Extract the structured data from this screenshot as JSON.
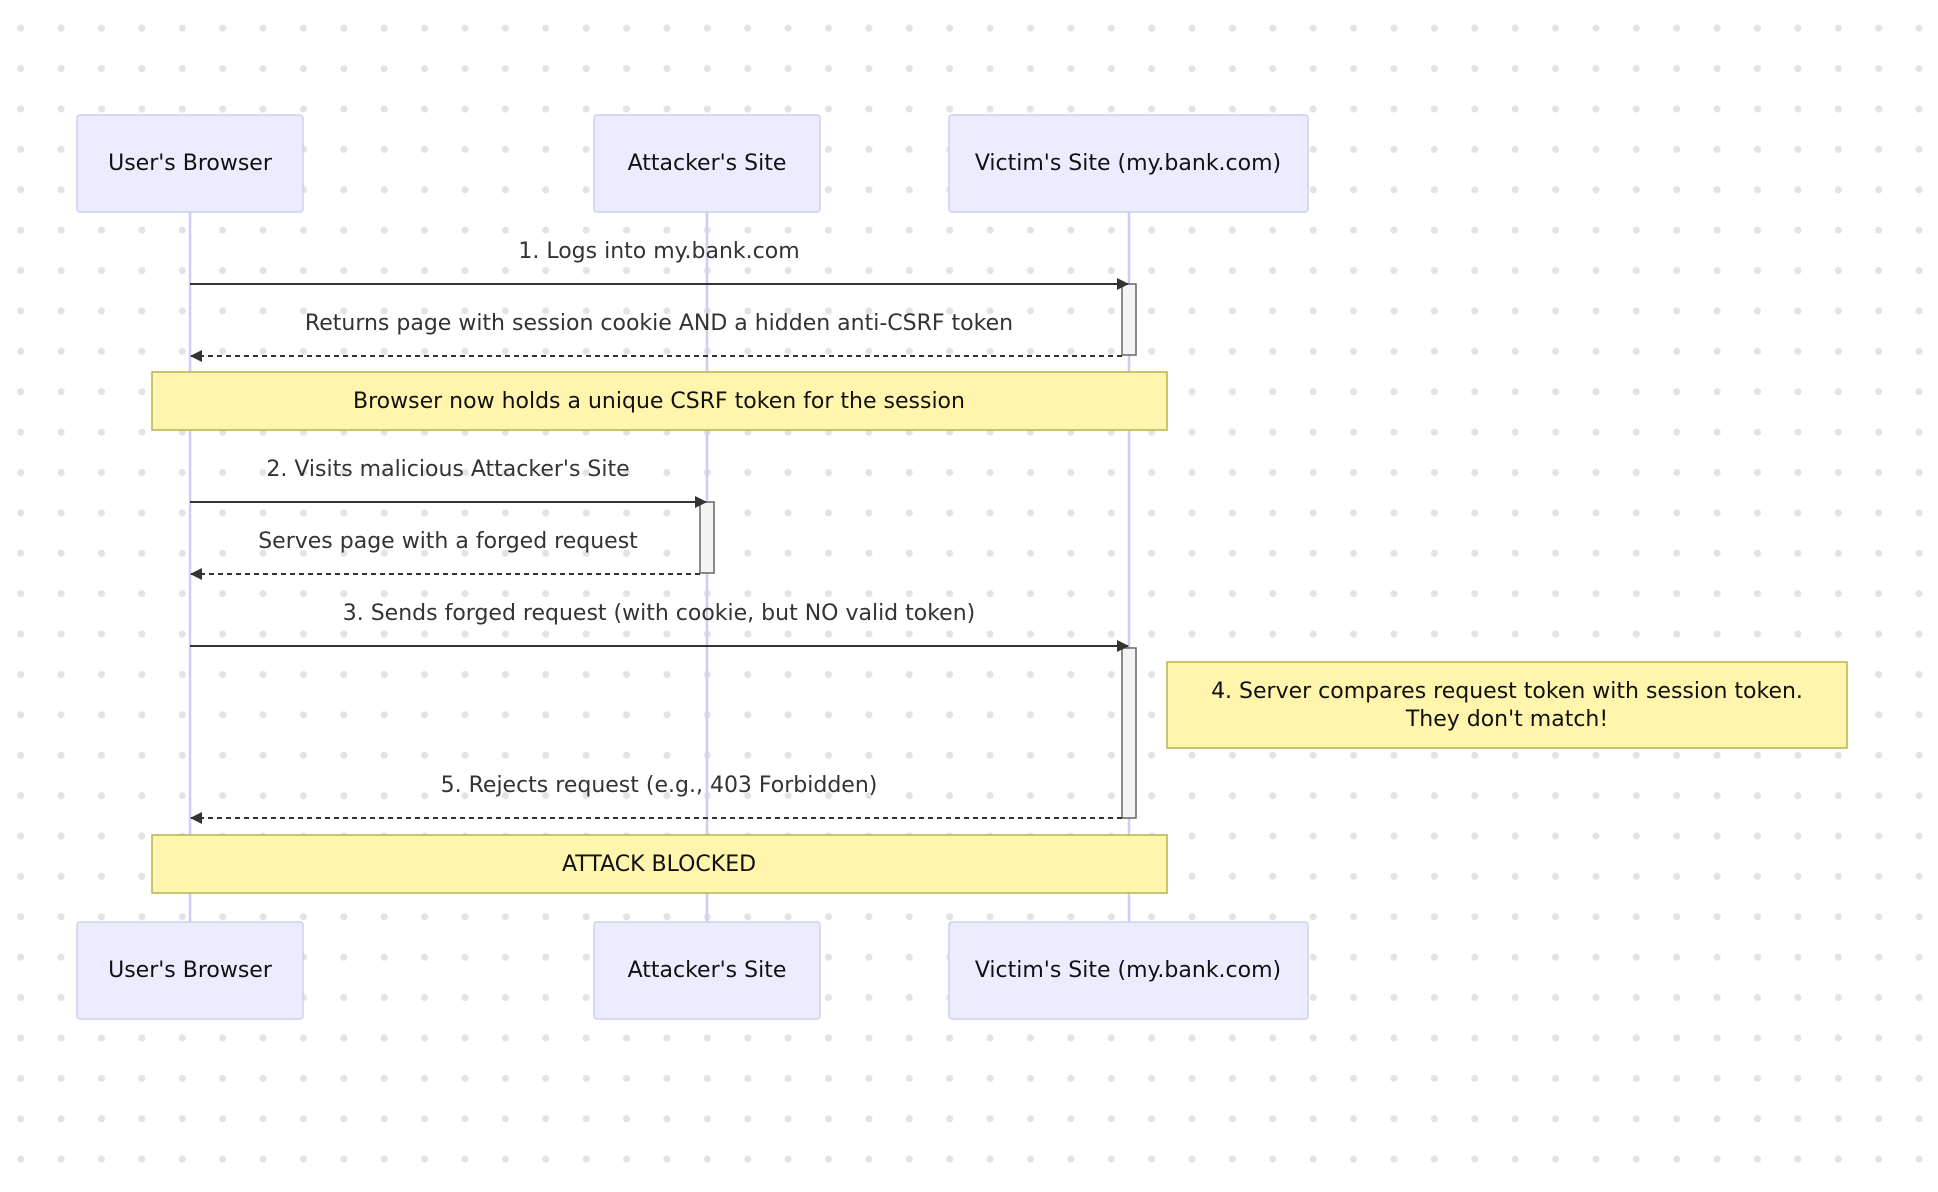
{
  "participants": [
    {
      "label": "User's Browser"
    },
    {
      "label": "Attacker's Site"
    },
    {
      "label": "Victim's Site (my.bank.com)"
    }
  ],
  "messages": [
    {
      "label": "1. Logs into my.bank.com",
      "from": 0,
      "to": 2,
      "style": "solid"
    },
    {
      "label": "Returns page with session cookie AND a hidden anti-CSRF token",
      "from": 2,
      "to": 0,
      "style": "dashed"
    },
    {
      "label": "2. Visits malicious Attacker's Site",
      "from": 0,
      "to": 1,
      "style": "solid"
    },
    {
      "label": "Serves page with a forged request",
      "from": 1,
      "to": 0,
      "style": "dashed"
    },
    {
      "label": "3. Sends forged request (with cookie, but NO valid token)",
      "from": 0,
      "to": 2,
      "style": "solid"
    },
    {
      "label": "5. Rejects request (e.g., 403 Forbidden)",
      "from": 2,
      "to": 0,
      "style": "dashed"
    }
  ],
  "notes": [
    {
      "lines": [
        "Browser now holds a unique CSRF token for the session"
      ],
      "placement": "over User's Browser to Victim's Site"
    },
    {
      "lines": [
        "4. Server compares request token with session token.",
        "They don't match!"
      ],
      "placement": "right of Victim's Site"
    },
    {
      "lines": [
        "ATTACK BLOCKED"
      ],
      "placement": "over User's Browser to Victim's Site"
    }
  ],
  "colors": {
    "actor_fill": "#ececff",
    "actor_border": "#cfcfee",
    "lifeline": "#d0cdf2",
    "note_fill": "#fff5ad",
    "note_border": "#b6b34e",
    "arrow": "#333333"
  }
}
